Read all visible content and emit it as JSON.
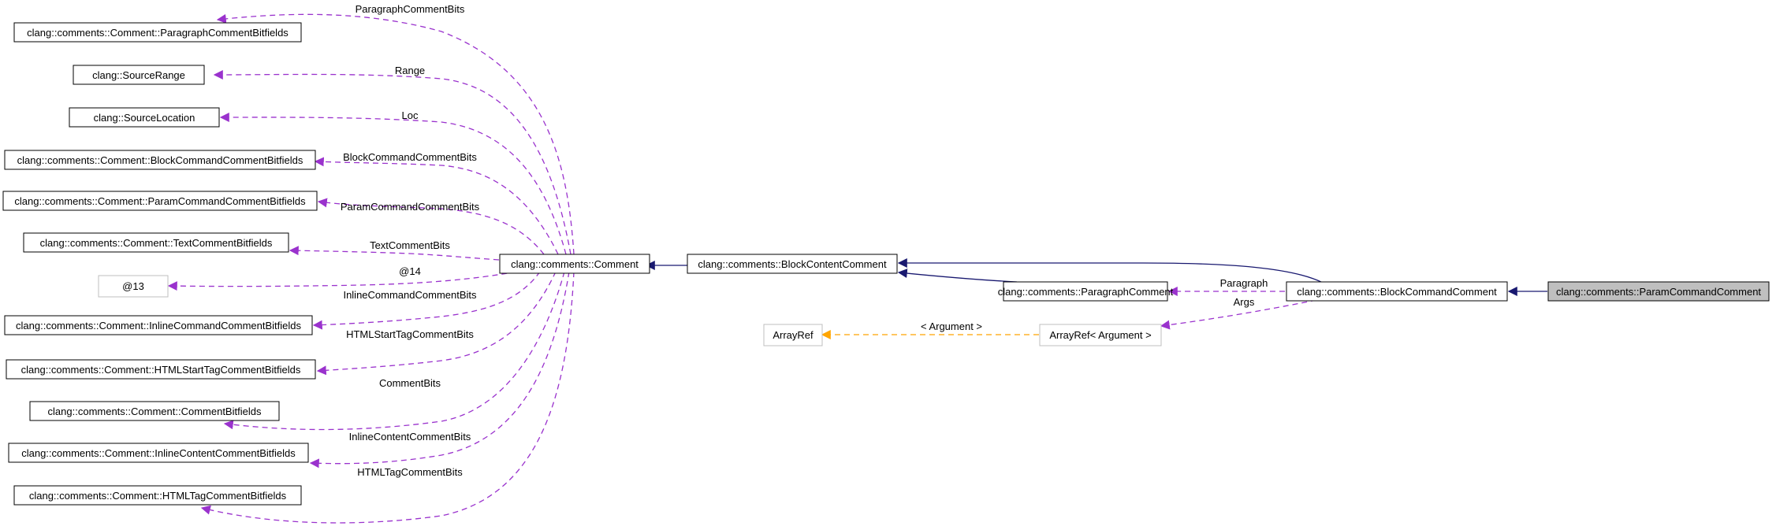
{
  "colors": {
    "background": "#ffffff",
    "node_border": "#000000",
    "node_border_grey": "#bfbfbf",
    "focus_fill": "#bfbfbf",
    "inherit_edge": "#191970",
    "member_edge": "#9a32cd",
    "template_edge": "#ffa500"
  },
  "nodes": [
    {
      "id": "pcbf",
      "label": "clang::comments::Comment::ParagraphCommentBitfields"
    },
    {
      "id": "range",
      "label": "clang::SourceRange"
    },
    {
      "id": "loc",
      "label": "clang::SourceLocation"
    },
    {
      "id": "bccbf",
      "label": "clang::comments::Comment::BlockCommandCommentBitfields"
    },
    {
      "id": "paramcbf",
      "label": "clang::comments::Comment::ParamCommandCommentBitfields"
    },
    {
      "id": "tcbf",
      "label": "clang::comments::Comment::TextCommentBitfields"
    },
    {
      "id": "anon13",
      "label": "@13"
    },
    {
      "id": "iccbf",
      "label": "clang::comments::Comment::InlineCommandCommentBitfields"
    },
    {
      "id": "htmlstbf",
      "label": "clang::comments::Comment::HTMLStartTagCommentBitfields"
    },
    {
      "id": "cbf",
      "label": "clang::comments::Comment::CommentBitfields"
    },
    {
      "id": "iconbf",
      "label": "clang::comments::Comment::InlineContentCommentBitfields"
    },
    {
      "id": "htmltagbf",
      "label": "clang::comments::Comment::HTMLTagCommentBitfields"
    },
    {
      "id": "comment",
      "label": "clang::comments::Comment"
    },
    {
      "id": "bcc",
      "label": "clang::comments::BlockContentComment"
    },
    {
      "id": "pc",
      "label": "clang::comments::ParagraphComment"
    },
    {
      "id": "bcmd",
      "label": "clang::comments::BlockCommandComment"
    },
    {
      "id": "param",
      "label": "clang::comments::ParamCommandComment"
    },
    {
      "id": "arrayref",
      "label": "ArrayRef"
    },
    {
      "id": "arrayrefarg",
      "label": "ArrayRef< Argument >"
    }
  ],
  "edges": [
    {
      "id": "e-pcbf",
      "label": "ParagraphCommentBits"
    },
    {
      "id": "e-range",
      "label": "Range"
    },
    {
      "id": "e-loc",
      "label": "Loc"
    },
    {
      "id": "e-bccbf",
      "label": "BlockCommandCommentBits"
    },
    {
      "id": "e-paramcbf",
      "label": "ParamCommandCommentBits"
    },
    {
      "id": "e-tcbf",
      "label": "TextCommentBits"
    },
    {
      "id": "e-anon",
      "label": "@14"
    },
    {
      "id": "e-iccbf",
      "label": "InlineCommandCommentBits"
    },
    {
      "id": "e-htmlst",
      "label": "HTMLStartTagCommentBits"
    },
    {
      "id": "e-cbf",
      "label": "CommentBits"
    },
    {
      "id": "e-iconbf",
      "label": "InlineContentCommentBits"
    },
    {
      "id": "e-htmltag",
      "label": "HTMLTagCommentBits"
    },
    {
      "id": "e-paragraph",
      "label": "Paragraph"
    },
    {
      "id": "e-args",
      "label": "Args"
    },
    {
      "id": "e-argument",
      "label": "< Argument >"
    }
  ]
}
